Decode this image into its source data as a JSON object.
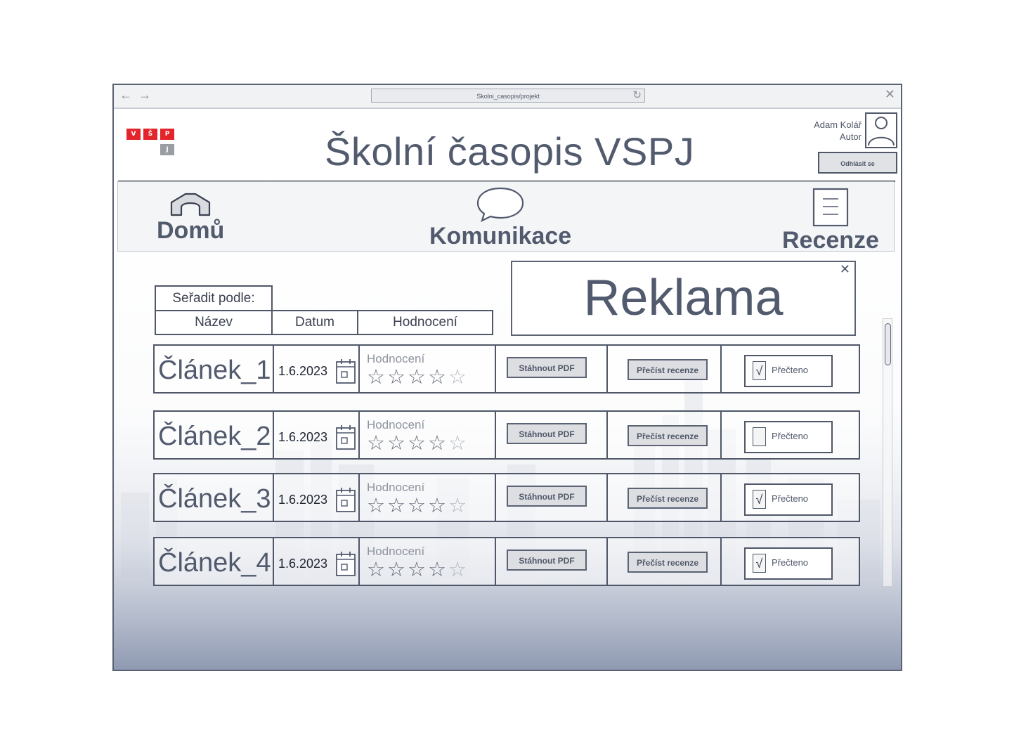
{
  "browser": {
    "url": "Skolni_casopis/projekt"
  },
  "logo": {
    "letters": [
      "V",
      "Š",
      "P",
      "J"
    ]
  },
  "header": {
    "title": "Školní časopis VSPJ",
    "user_name": "Adam Kolář",
    "user_role": "Autor",
    "logout_label": "Odhlásit se"
  },
  "nav": {
    "home": "Domů",
    "communication": "Komunikace",
    "reviews": "Recenze"
  },
  "ad": {
    "text": "Reklama"
  },
  "sort": {
    "label": "Seřadit podle:",
    "by_name": "Název",
    "by_date": "Datum",
    "by_rating": "Hodnocení"
  },
  "articles": [
    {
      "name": "Článek_1",
      "date": "1.6.2023",
      "rating_label": "Hodnocení",
      "rating": 4,
      "rating_max": 5,
      "pdf_label": "Stáhnout PDF",
      "review_label": "Přečíst recenze",
      "read_label": "Přečteno",
      "read_checked": true
    },
    {
      "name": "Článek_2",
      "date": "1.6.2023",
      "rating_label": "Hodnocení",
      "rating": 4,
      "rating_max": 5,
      "pdf_label": "Stáhnout PDF",
      "review_label": "Přečíst recenze",
      "read_label": "Přečteno",
      "read_checked": false
    },
    {
      "name": "Článek_3",
      "date": "1.6.2023",
      "rating_label": "Hodnocení",
      "rating": 4,
      "rating_max": 5,
      "pdf_label": "Stáhnout PDF",
      "review_label": "Přečíst recenze",
      "read_label": "Přečteno",
      "read_checked": true
    },
    {
      "name": "Článek_4",
      "date": "1.6.2023",
      "rating_label": "Hodnocení",
      "rating": 4,
      "rating_max": 5,
      "pdf_label": "Stáhnout PDF",
      "review_label": "Přečíst recenze",
      "read_label": "Přečteno",
      "read_checked": true
    }
  ],
  "colors": {
    "logo_red": "#e3242b",
    "logo_gray": "#9a9da3",
    "ink": "#4f5768"
  }
}
